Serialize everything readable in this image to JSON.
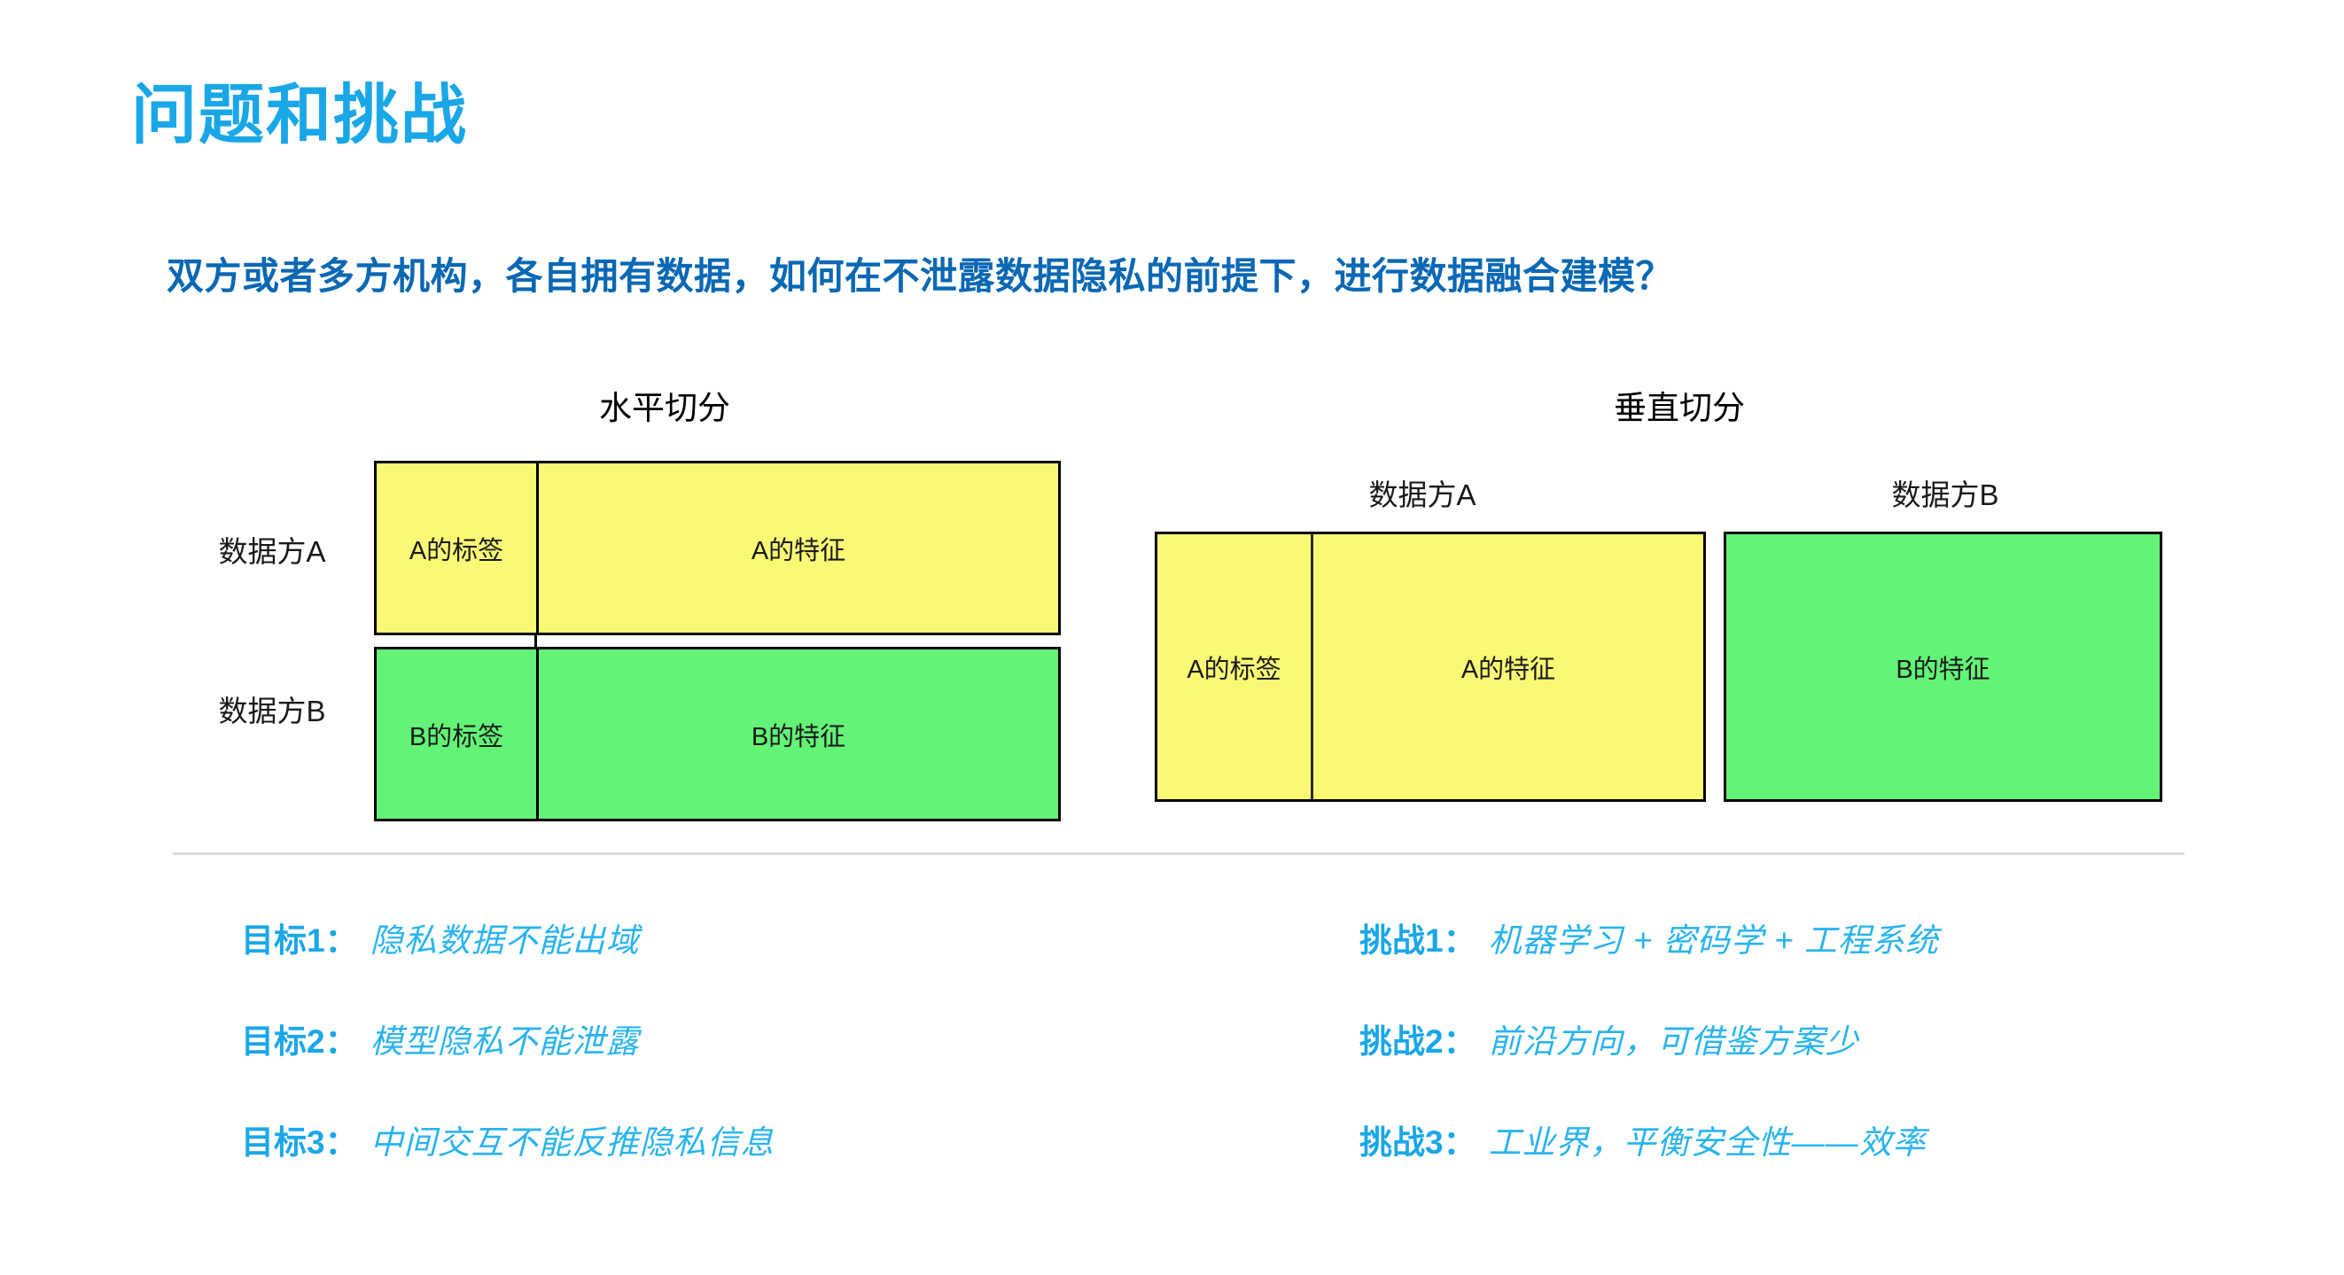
{
  "slide": {
    "title": "问题和挑战",
    "subtitle": "双方或者多方机构，各自拥有数据，如何在不泄露数据隐私的前提下，进行数据融合建模？",
    "colors": {
      "title_blue": "#1aa7e8",
      "subtitle_blue": "#0a68b4",
      "bullet_key_blue": "#1aa7e8",
      "bullet_value_blue": "#29b4ef",
      "party_a_yellow": "#f9f976",
      "party_b_green": "#63f477",
      "box_border": "#000000",
      "divider_gray": "#dcdcdc"
    }
  },
  "diagrams": {
    "horizontal": {
      "title": "水平切分",
      "row_labels": [
        "数据方A",
        "数据方B"
      ],
      "rows": [
        {
          "party": "A",
          "label_cell": "A的标签",
          "feature_cell": "A的特征",
          "color": "#f9f976"
        },
        {
          "party": "B",
          "label_cell": "B的标签",
          "feature_cell": "B的特征",
          "color": "#63f477"
        }
      ]
    },
    "vertical": {
      "title": "垂直切分",
      "column_headers": [
        "数据方A",
        "数据方B"
      ],
      "blocks": [
        {
          "party": "A",
          "label_cell": "A的标签",
          "feature_cell": "A的特征",
          "color": "#f9f976"
        },
        {
          "party": "B",
          "feature_cell": "B的特征",
          "color": "#63f477"
        }
      ]
    }
  },
  "goals": [
    {
      "key": "目标1：",
      "value": "隐私数据不能出域"
    },
    {
      "key": "目标2：",
      "value": "模型隐私不能泄露"
    },
    {
      "key": "目标3：",
      "value": "中间交互不能反推隐私信息"
    }
  ],
  "challenges": [
    {
      "key": "挑战1：",
      "value": "机器学习 + 密码学 + 工程系统"
    },
    {
      "key": "挑战2：",
      "value": "前沿方向，可借鉴方案少"
    },
    {
      "key": "挑战3：",
      "value": "工业界，平衡安全性——效率"
    }
  ]
}
